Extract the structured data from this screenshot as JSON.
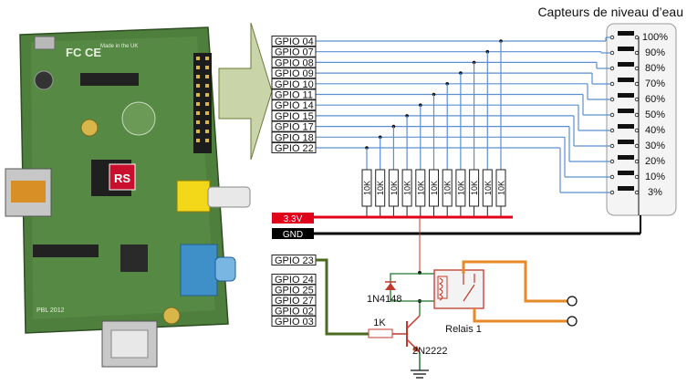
{
  "title": "Capteurs de niveau d’eau",
  "gpio_inputs": [
    "GPIO 04",
    "GPIO 07",
    "GPIO 08",
    "GPIO 09",
    "GPIO 10",
    "GPIO 11",
    "GPIO 14",
    "GPIO 15",
    "GPIO 17",
    "GPIO 18",
    "GPIO 22"
  ],
  "gpio_outputs": [
    "GPIO 23",
    "GPIO 24",
    "GPIO 25",
    "GPIO 27",
    "GPIO 02",
    "GPIO 03"
  ],
  "levels": [
    "100%",
    "90%",
    "80%",
    "70%",
    "60%",
    "50%",
    "40%",
    "30%",
    "20%",
    "10%",
    "3%"
  ],
  "resistor_label": "10K",
  "rails": {
    "v33": "3.3V",
    "gnd": "GND"
  },
  "components": {
    "diode": "1N4148",
    "base_resistor": "1K",
    "transistor": "2N2222",
    "relay": "Relais 1"
  },
  "board": {
    "made_in": "Made in the UK",
    "rs_logo": "RS",
    "year": "PBL 2012"
  },
  "colors": {
    "signal": "#5b8fd1",
    "v33": "#e0001a",
    "gnd": "#000000",
    "gpio23_wire": "#4a6a1f",
    "relay_contacts": "#e58a26",
    "ground_net": "#1f7a2a",
    "relay_outline": "#c0392b"
  }
}
